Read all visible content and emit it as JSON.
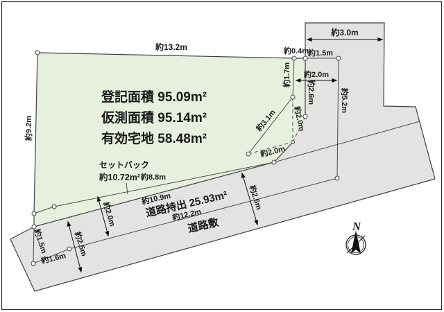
{
  "colors": {
    "plot_fill": "#e7f0de",
    "road_fill": "#e3e3e1",
    "line": "#3f3f3f"
  },
  "areas": {
    "line1": "登記面積 95.09m²",
    "line2": "仮測面積 95.14m²",
    "line3": "有効宅地 58.48m²"
  },
  "setback": {
    "title": "セットバック",
    "area": "約10.72m²",
    "length": "約8.8m"
  },
  "road": {
    "contribution": "道路持出 25.93m²",
    "roadbed": "道路敷",
    "top_length": "約10.9m",
    "bottom_length": "約12.2m"
  },
  "dims": {
    "top_edge": "約13.2m",
    "left_edge": "約9.2m",
    "notch": "約0.4m",
    "top_seg": "約1.5m",
    "block_width": "約3.0m",
    "old_boundary": "約1.7m",
    "right_strip": "約2.6m",
    "deep_strip": "約5.2m",
    "gap": "約2.0m",
    "diagonal": "約3.1m",
    "dash_vert": "約2.0m",
    "dash_diag": "約2.0m",
    "setback_arrow": "約2.0m",
    "road_width_w": "約2.5m",
    "road_width_e": "約2.6m",
    "west_seg1": "約1.5m",
    "west_seg2": "約1.6m"
  },
  "compass": {
    "north": "N"
  }
}
